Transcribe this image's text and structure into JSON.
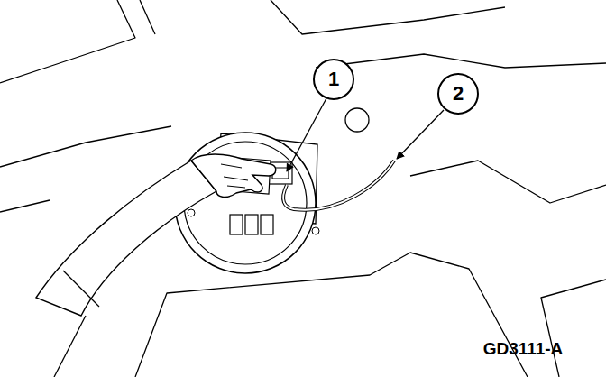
{
  "diagram": {
    "labels": [
      "1",
      "2",
      "GD3111-A"
    ]
  }
}
